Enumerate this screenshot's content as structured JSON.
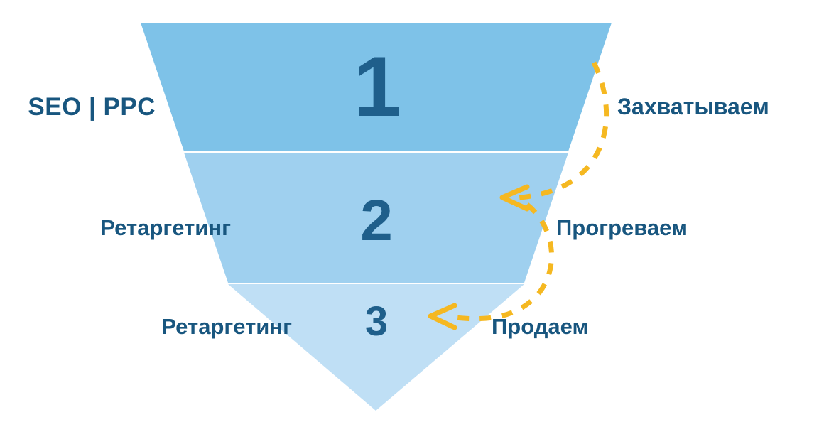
{
  "diagram": {
    "title": "Sales funnel with three stages",
    "type": "inverted-funnel",
    "colors": {
      "tier1_fill": "#7ec2e8",
      "tier2_fill": "#9fd0ef",
      "tier3_fill": "#bfdff5",
      "text_dark_blue": "#18567f",
      "number_blue": "#1f5f8b",
      "arrow_yellow": "#f5b821",
      "background": "#ffffff"
    },
    "tiers": [
      {
        "number": "1",
        "left_label": "SEO | PPC",
        "right_label": "Захватываем",
        "fill": "#7ec2e8"
      },
      {
        "number": "2",
        "left_label": "Ретаргетинг",
        "right_label": "Прогреваем",
        "fill": "#9fd0ef"
      },
      {
        "number": "3",
        "left_label": "Ретаргетинг",
        "right_label": "Продаем",
        "fill": "#bfdff5"
      }
    ],
    "arrows": [
      {
        "name": "arrow-capture-to-warm",
        "style": "dashed-curved",
        "direction": "from stage 1 right side curving down-left to stage 2"
      },
      {
        "name": "arrow-warm-to-sell",
        "style": "dashed-curved",
        "direction": "from stage 2 right side curving down-left to stage 3"
      }
    ]
  }
}
